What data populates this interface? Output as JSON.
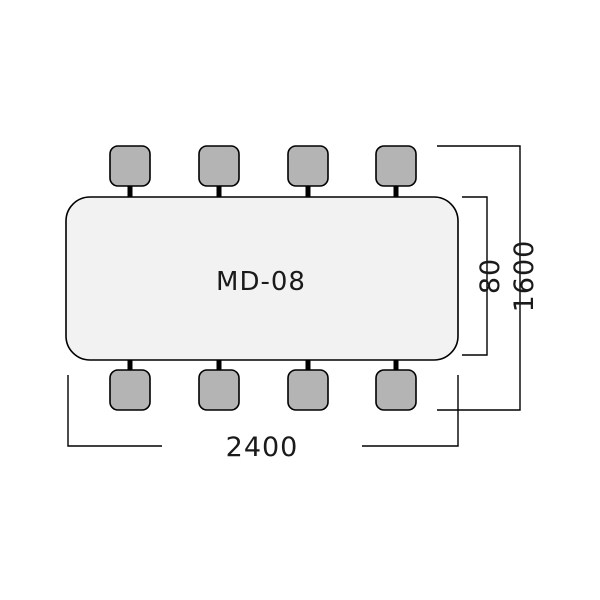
{
  "table": {
    "model": "MD-08",
    "fill": "#f2f2f2",
    "stroke": "#000000"
  },
  "chairs": {
    "fill": "#b4b4b4",
    "stroke": "#000000",
    "connector_color": "#000000",
    "count_per_side": 4
  },
  "dimensions": {
    "width_label": "2400",
    "depth_label": "80",
    "overall_depth_label": "1600"
  }
}
